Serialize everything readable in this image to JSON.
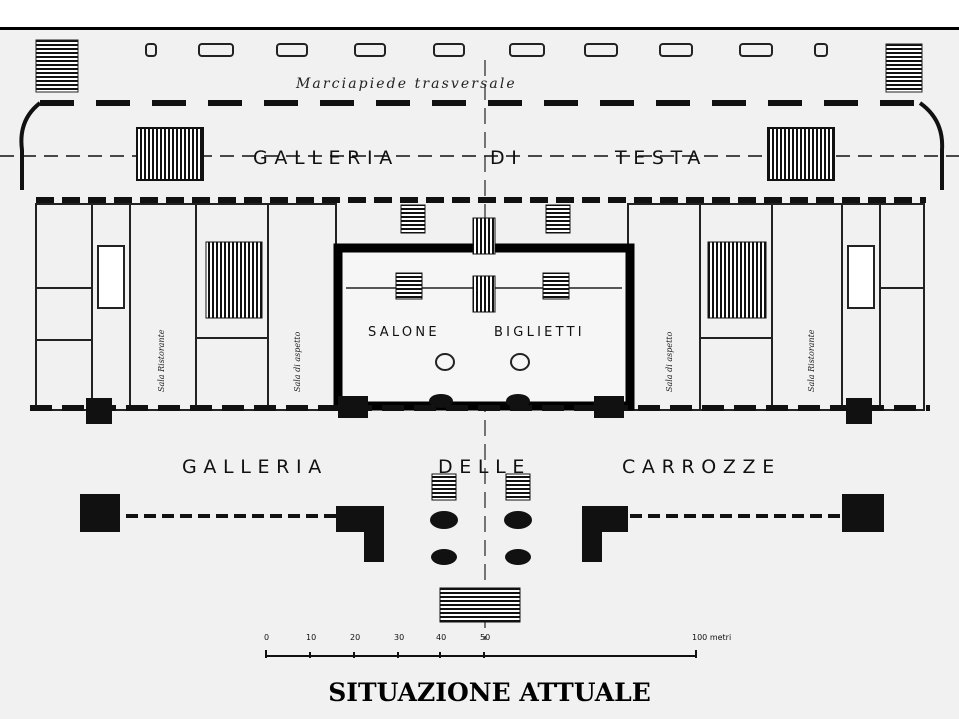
{
  "plan": {
    "marciapiede": "Marciapiede   trasversale",
    "galleria_testa": [
      "GALLERIA",
      "DI",
      "TESTA"
    ],
    "salone": [
      "SALONE",
      "BIGLIETTI"
    ],
    "galleria_carrozze": [
      "GALLERIA",
      "DELLE",
      "CARROZZE"
    ],
    "rooms": {
      "left_outer": "Sala Ristorante",
      "left_inner": "Sala di aspetto",
      "right_inner": "Sala di aspetto",
      "right_outer": "Sala Ristorante"
    }
  },
  "scale": {
    "ticks": [
      "0",
      "10",
      "20",
      "30",
      "40",
      "50"
    ],
    "end_label": "100 metri"
  },
  "caption": "SITUAZIONE ATTUALE"
}
